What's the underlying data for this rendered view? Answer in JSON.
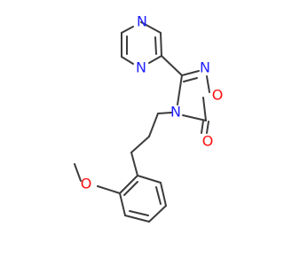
{
  "colors": {
    "bond": "#3c3c3c",
    "nitrogen": "#1f1fff",
    "oxygen": "#ff0d0d",
    "background": "#ffffff"
  },
  "atoms": {
    "pyrazine_n1": "N",
    "pyrazine_n4": "N",
    "oxadiazole_n2": "N",
    "oxadiazole_o1": "O",
    "oxadiazole_n4": "N",
    "carbonyl_o": "O",
    "methoxy_o": "O"
  }
}
